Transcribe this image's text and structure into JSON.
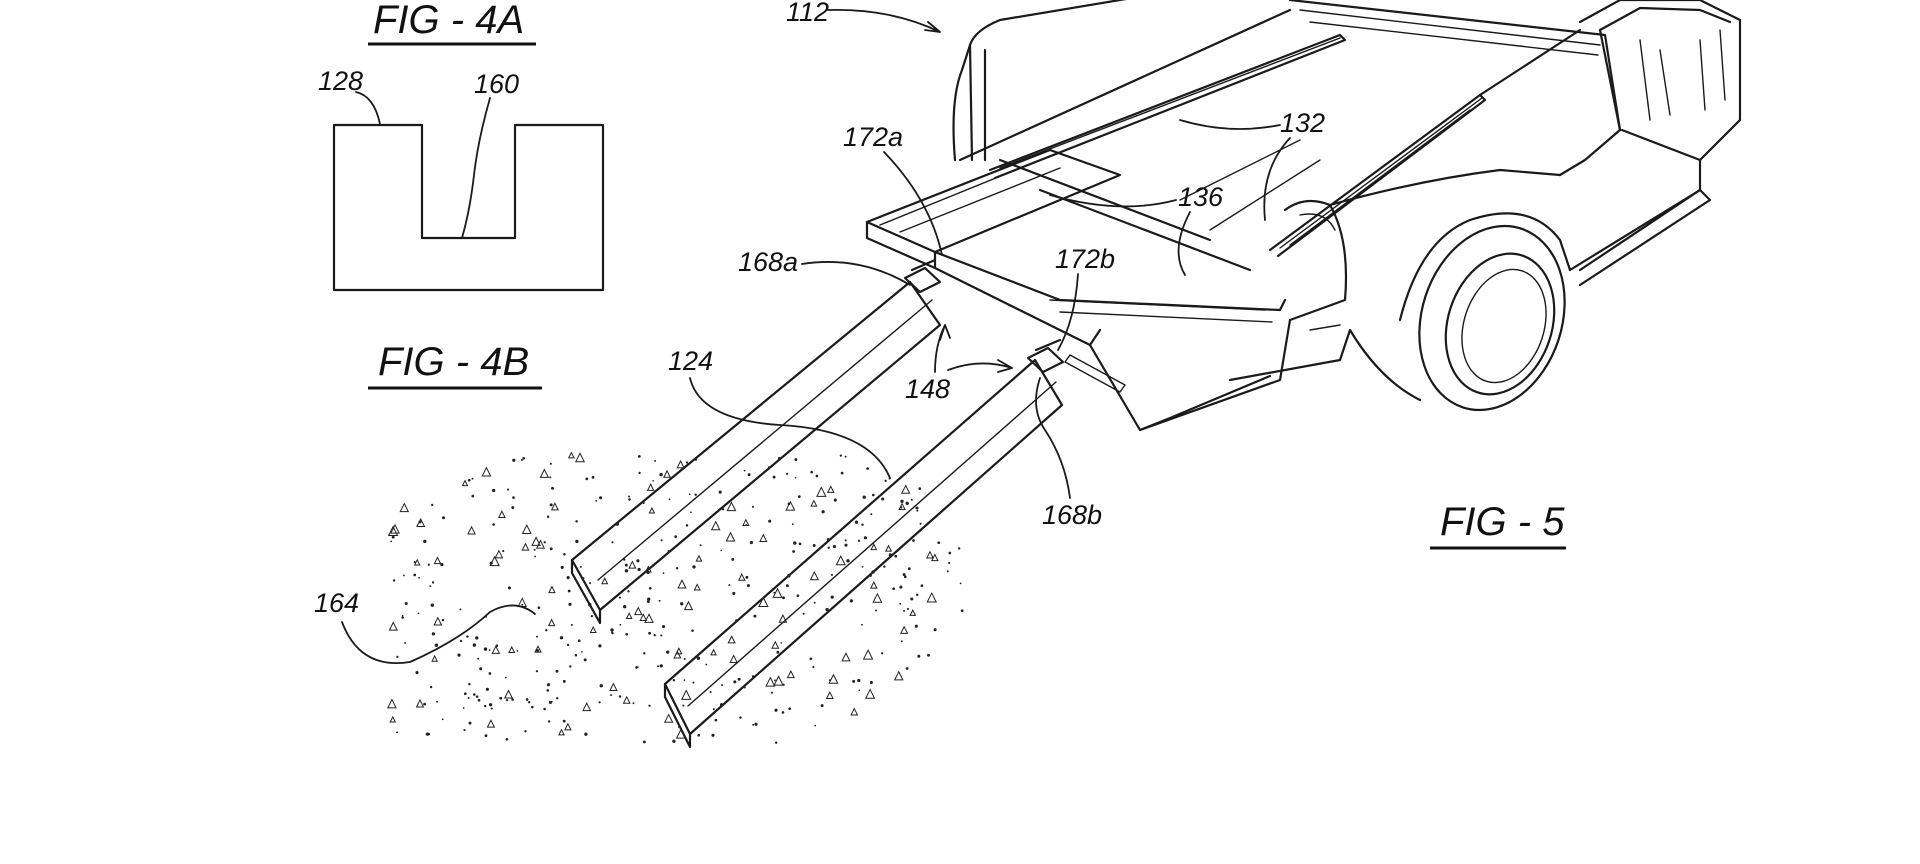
{
  "figures": {
    "fig_4a": "FIG - 4A",
    "fig_4b": "FIG - 4B",
    "fig_5": "FIG - 5"
  },
  "labels": {
    "r112": "112",
    "r128": "128",
    "r160": "160",
    "r172a": "172a",
    "r132": "132",
    "r136": "136",
    "r168a": "168a",
    "r172b": "172b",
    "r124": "124",
    "r148": "148",
    "r168b": "168b",
    "r164": "164"
  },
  "colors": {
    "ink": "#1a1a1a",
    "paper": "#ffffff"
  }
}
